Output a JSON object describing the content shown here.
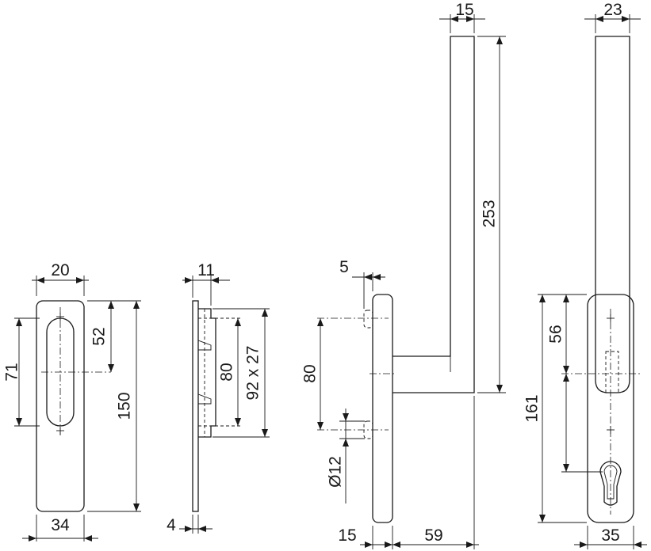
{
  "views": {
    "rosette_front": {
      "width": "20",
      "slot_upper": "52",
      "slot_span": "71",
      "height": "150",
      "base_width": "34"
    },
    "rosette_side": {
      "depth": "11",
      "spacing": "80",
      "screw_spec": "92 x 27",
      "plate": "4"
    },
    "handle_side": {
      "grip_width": "15",
      "offset": "5",
      "length": "253",
      "spacing": "80",
      "diameter": "Ø12",
      "base_depth": "15",
      "projection": "59"
    },
    "handle_front": {
      "grip_width": "23",
      "upper": "56",
      "height": "161",
      "base_width": "35"
    }
  },
  "colors": {
    "line": "#1a1a1a",
    "background": "#ffffff"
  }
}
